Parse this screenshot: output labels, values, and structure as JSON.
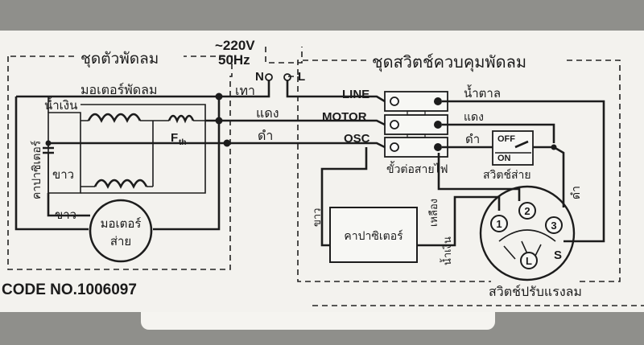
{
  "left_section": {
    "title": "ชุดตัวพัดลม",
    "motor_label": "มอเตอร์พัดลม",
    "blue_label": "น้ำเงิน",
    "white_label_1": "ขาว",
    "white_label_2": "ขาว",
    "capacitor_label": "คาปาซิเตอร์",
    "fth_label": "F",
    "fth_sub": "th",
    "swing_motor_line1": "มอเตอร์",
    "swing_motor_line2": "ส่าย"
  },
  "supply": {
    "voltage": "~220V",
    "frequency": "50Hz",
    "n_label": "N",
    "l_label": "L",
    "gray_label": "เทา"
  },
  "wire_labels": {
    "red_left": "แดง",
    "black_left": "ดำ"
  },
  "right_section": {
    "title": "ชุดสวิตช์ควบคุมพัดลม",
    "terminals": [
      "LINE",
      "MOTOR",
      "OSC"
    ],
    "brown_label": "น้ำตาล",
    "red_label": "แดง",
    "black_label": "ดำ",
    "terminal_block_label": "ขั้วต่อสายไฟ",
    "off_label": "OFF",
    "on_label": "ON",
    "swing_switch_label": "สวิตช์ส่าย",
    "black_vertical": "ดำ",
    "white_vertical": "ขาว",
    "yellow_vertical": "เหลือง",
    "blue_vertical": "น้ำเงิน",
    "capacitor_label": "คาปาซิเตอร์",
    "speed_switch_label": "สวิตช์ปรับแรงลม",
    "speed_terminals": [
      "1",
      "2",
      "3",
      "L",
      "S"
    ]
  },
  "code": "CODE NO.1006097"
}
